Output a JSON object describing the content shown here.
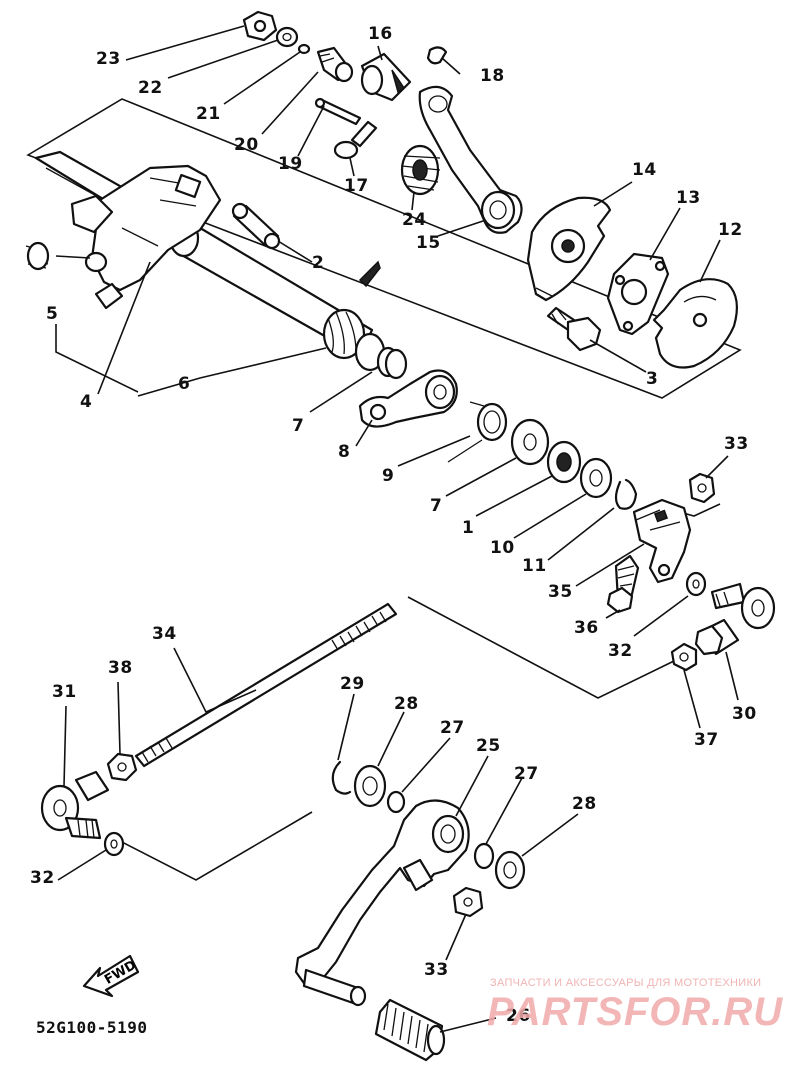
{
  "callouts": [
    {
      "id": "23",
      "label": "23"
    },
    {
      "id": "22",
      "label": "22"
    },
    {
      "id": "21",
      "label": "21"
    },
    {
      "id": "20",
      "label": "20"
    },
    {
      "id": "19",
      "label": "19"
    },
    {
      "id": "17",
      "label": "17"
    },
    {
      "id": "16",
      "label": "16"
    },
    {
      "id": "18",
      "label": "18"
    },
    {
      "id": "24",
      "label": "24"
    },
    {
      "id": "15",
      "label": "15"
    },
    {
      "id": "14",
      "label": "14"
    },
    {
      "id": "13",
      "label": "13"
    },
    {
      "id": "12",
      "label": "12"
    },
    {
      "id": "2",
      "label": "2"
    },
    {
      "id": "5",
      "label": "5"
    },
    {
      "id": "4",
      "label": "4"
    },
    {
      "id": "6",
      "label": "6"
    },
    {
      "id": "3",
      "label": "3"
    },
    {
      "id": "7a",
      "label": "7"
    },
    {
      "id": "8",
      "label": "8"
    },
    {
      "id": "9",
      "label": "9"
    },
    {
      "id": "7b",
      "label": "7"
    },
    {
      "id": "1",
      "label": "1"
    },
    {
      "id": "10",
      "label": "10"
    },
    {
      "id": "11",
      "label": "11"
    },
    {
      "id": "33a",
      "label": "33"
    },
    {
      "id": "35",
      "label": "35"
    },
    {
      "id": "36",
      "label": "36"
    },
    {
      "id": "32a",
      "label": "32"
    },
    {
      "id": "30",
      "label": "30"
    },
    {
      "id": "37",
      "label": "37"
    },
    {
      "id": "34",
      "label": "34"
    },
    {
      "id": "38",
      "label": "38"
    },
    {
      "id": "31",
      "label": "31"
    },
    {
      "id": "29",
      "label": "29"
    },
    {
      "id": "28a",
      "label": "28"
    },
    {
      "id": "27a",
      "label": "27"
    },
    {
      "id": "25",
      "label": "25"
    },
    {
      "id": "27b",
      "label": "27"
    },
    {
      "id": "28b",
      "label": "28"
    },
    {
      "id": "32b",
      "label": "32"
    },
    {
      "id": "33b",
      "label": "33"
    },
    {
      "id": "26",
      "label": "26"
    }
  ],
  "diagram_code": "52G100-5190",
  "direction_badge": "FWD",
  "watermark": {
    "line1": "ЗАПЧАСТИ И АКСЕССУАРЫ ДЛЯ МОТОТЕХНИКИ",
    "line2": "PARTSFOR.RU"
  },
  "colors": {
    "ink": "#111111",
    "watermark": "#f2aaaa",
    "background": "#ffffff"
  }
}
